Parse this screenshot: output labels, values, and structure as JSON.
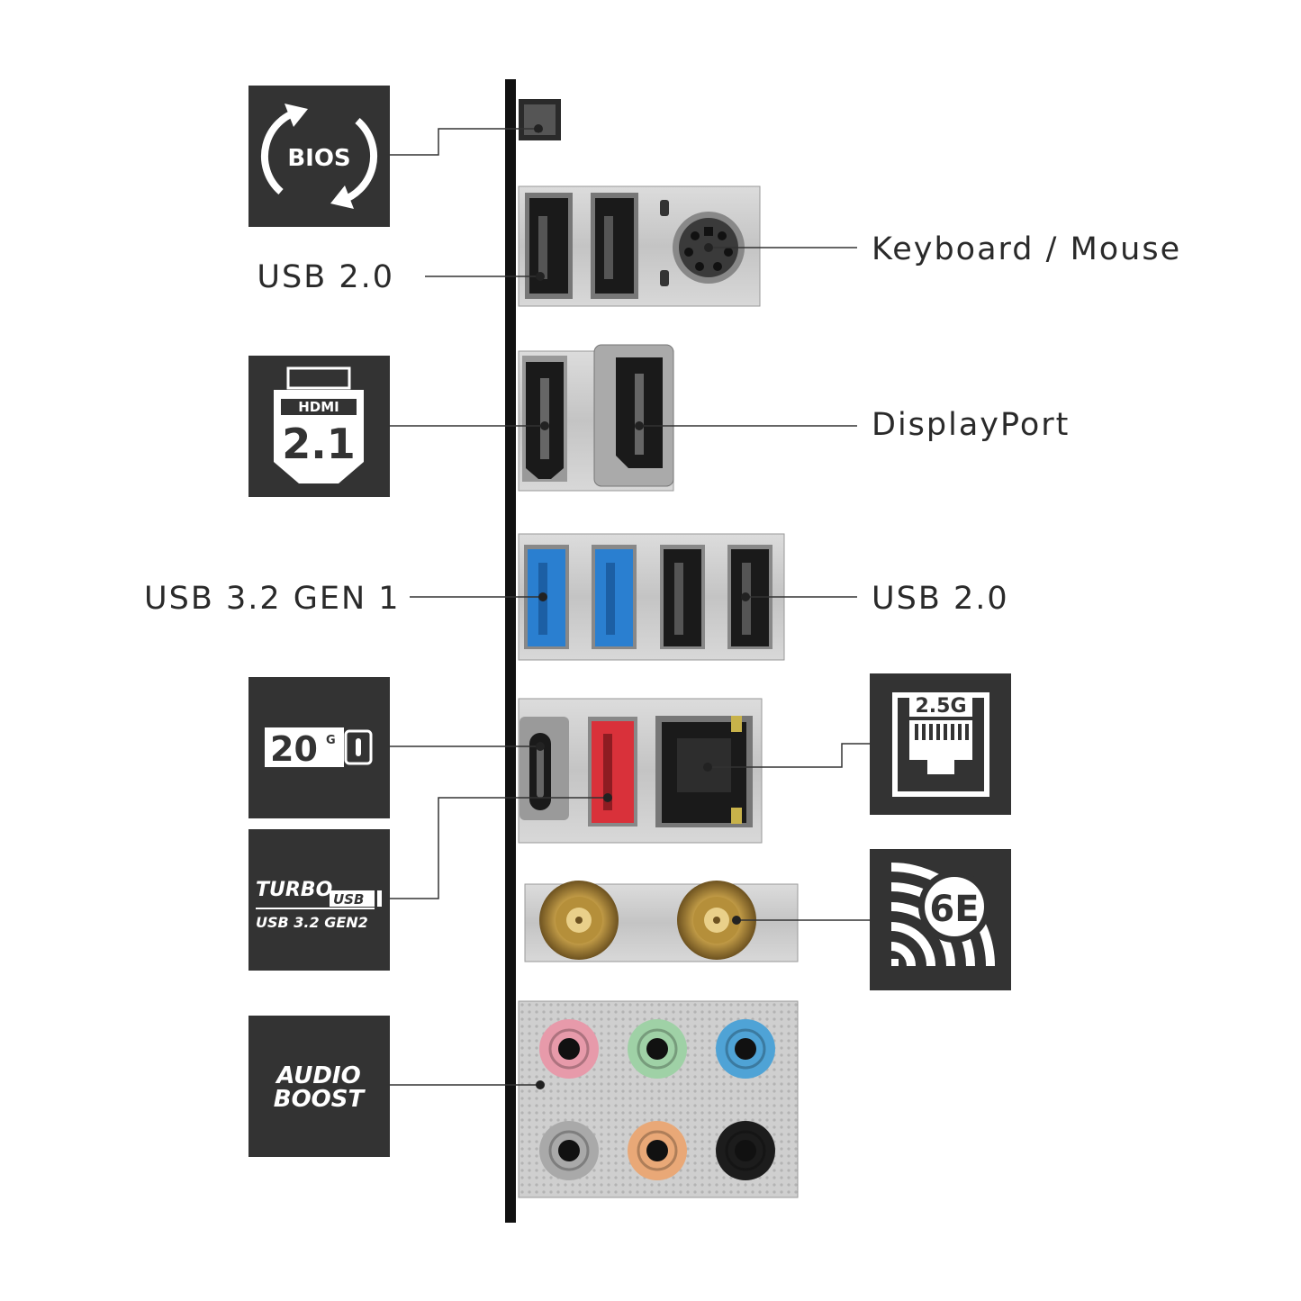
{
  "labels": {
    "usb20_top": "USB 2.0",
    "keyboard_mouse": "Keyboard / Mouse",
    "displayport": "DisplayPort",
    "usb32_gen1": "USB 3.2 GEN 1",
    "usb20_mid": "USB 2.0"
  },
  "badges": {
    "bios": "BIOS",
    "hdmi_top": "HDMI",
    "hdmi_version": "2.1",
    "usbc_speed": "20",
    "usbc_unit": "G",
    "turbo": "TURBO",
    "turbo_usb": "USB",
    "usb_gen2": "USB 3.2 GEN2",
    "lan_speed": "2.5G",
    "wifi": "6E",
    "audio_line1": "AUDIO",
    "audio_line2": "BOOST"
  },
  "audio_jack_colors": [
    "#e79aaa",
    "#9fd1a6",
    "#4fa3d6",
    "#a9a9a9",
    "#e9a877",
    "#1c1c1c"
  ],
  "colors": {
    "tile_bg": "#333333",
    "usb3_blue": "#2a7fd0",
    "usb_red": "#d9313a",
    "antenna_gold": "#c9a24a"
  }
}
